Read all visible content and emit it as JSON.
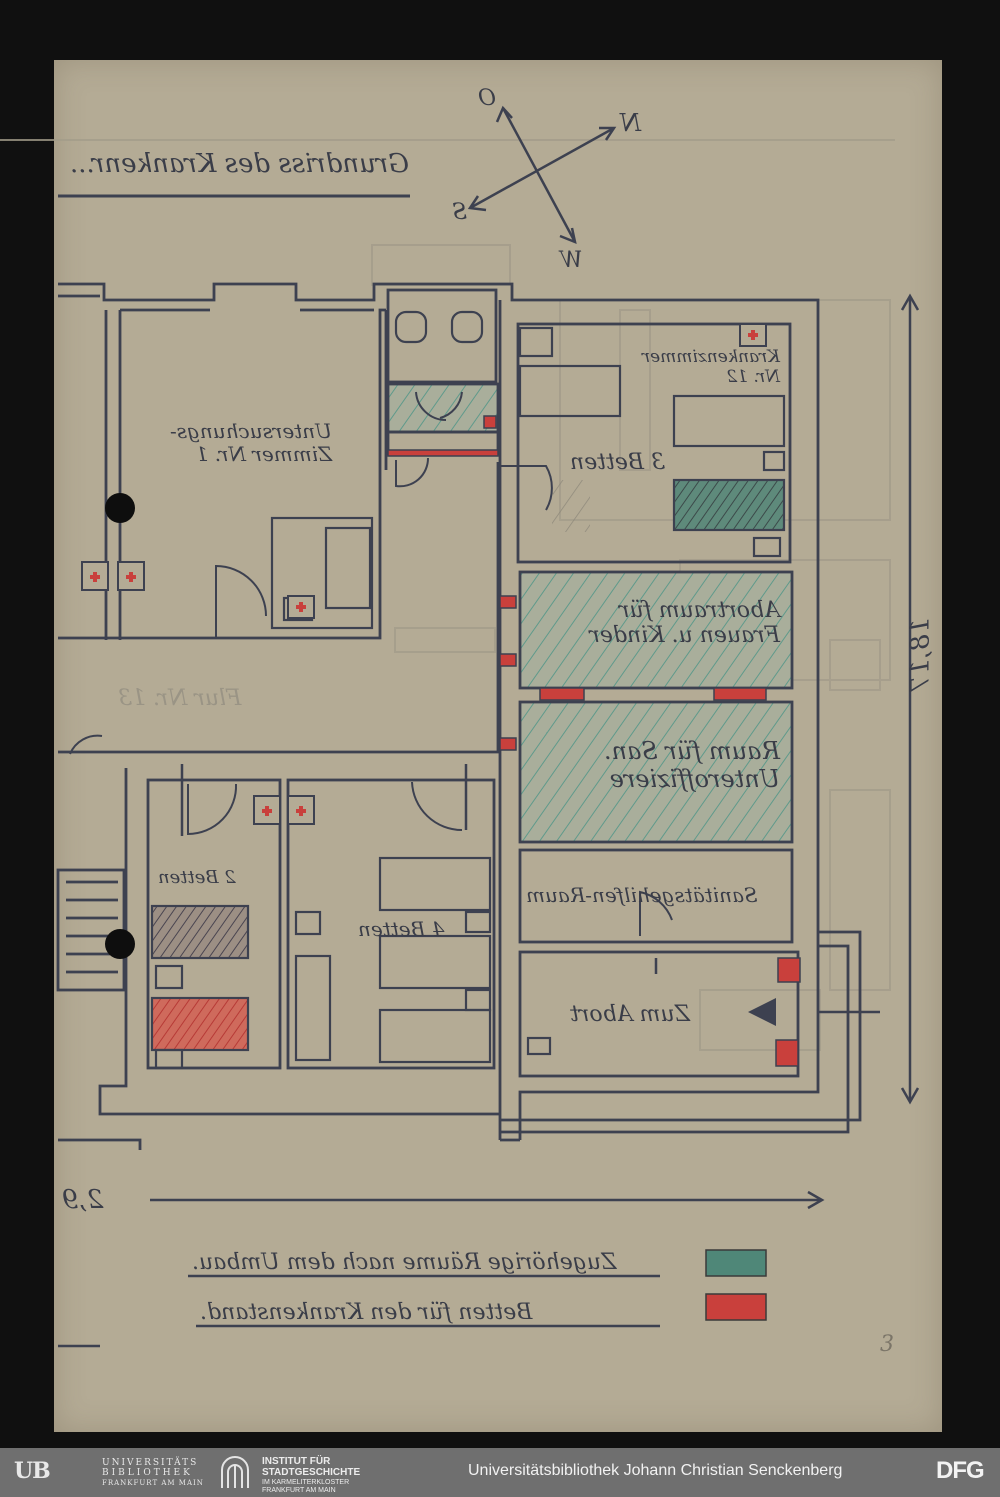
{
  "document": {
    "title": "Grundriss des Krankenr...",
    "compass": {
      "north": "N",
      "south": "S",
      "east": "O",
      "west": "W"
    },
    "rooms": {
      "exam_room": "Untersuchungs-Zimmer Nr. 1",
      "sick_room_top_right": "Krankenzimmer Nr. 12",
      "beds_top_right": "3 Betten",
      "room_women": "Abortraum für Frauen u. Kinder",
      "room_staff": "Raum für San. Unteroffiziere",
      "room_corridor_right": "Sanitätsgehilfen-Raum",
      "entry_right": "Zum Abort",
      "beds_left": "2 Betten",
      "beds_middle": "4 Betten",
      "corridor": "Flur Nr. 13"
    },
    "dimension_vertical": "18,17",
    "dimension_horizontal": "2,9",
    "legend": [
      {
        "text": "Zugehörige Räume nach dem Umbau.",
        "color": "#4f8778"
      },
      {
        "text": "Betten für den Krankenstand.",
        "color": "#c9403c"
      }
    ],
    "page_number": "3"
  },
  "footer": {
    "ub_mark": "UB",
    "ub_line1": "UNIVERSITÄTS",
    "ub_line2": "BIBLIOTHEK",
    "ub_line3": "FRANKFURT AM MAIN",
    "ifs_line1": "INSTITUT FÜR",
    "ifs_line2": "STADTGESCHICHTE",
    "ifs_line3": "IM KARMELITERKLOSTER",
    "ifs_line4": "FRANKFURT AM MAIN",
    "title": "Universitätsbibliothek Johann Christian Senckenberg",
    "dfg": "DFG"
  },
  "colors": {
    "paper": "#b4ab95",
    "ink": "#3d4150",
    "green": "#4f8778",
    "red": "#c9403c",
    "footer": "#6f6f6f"
  }
}
